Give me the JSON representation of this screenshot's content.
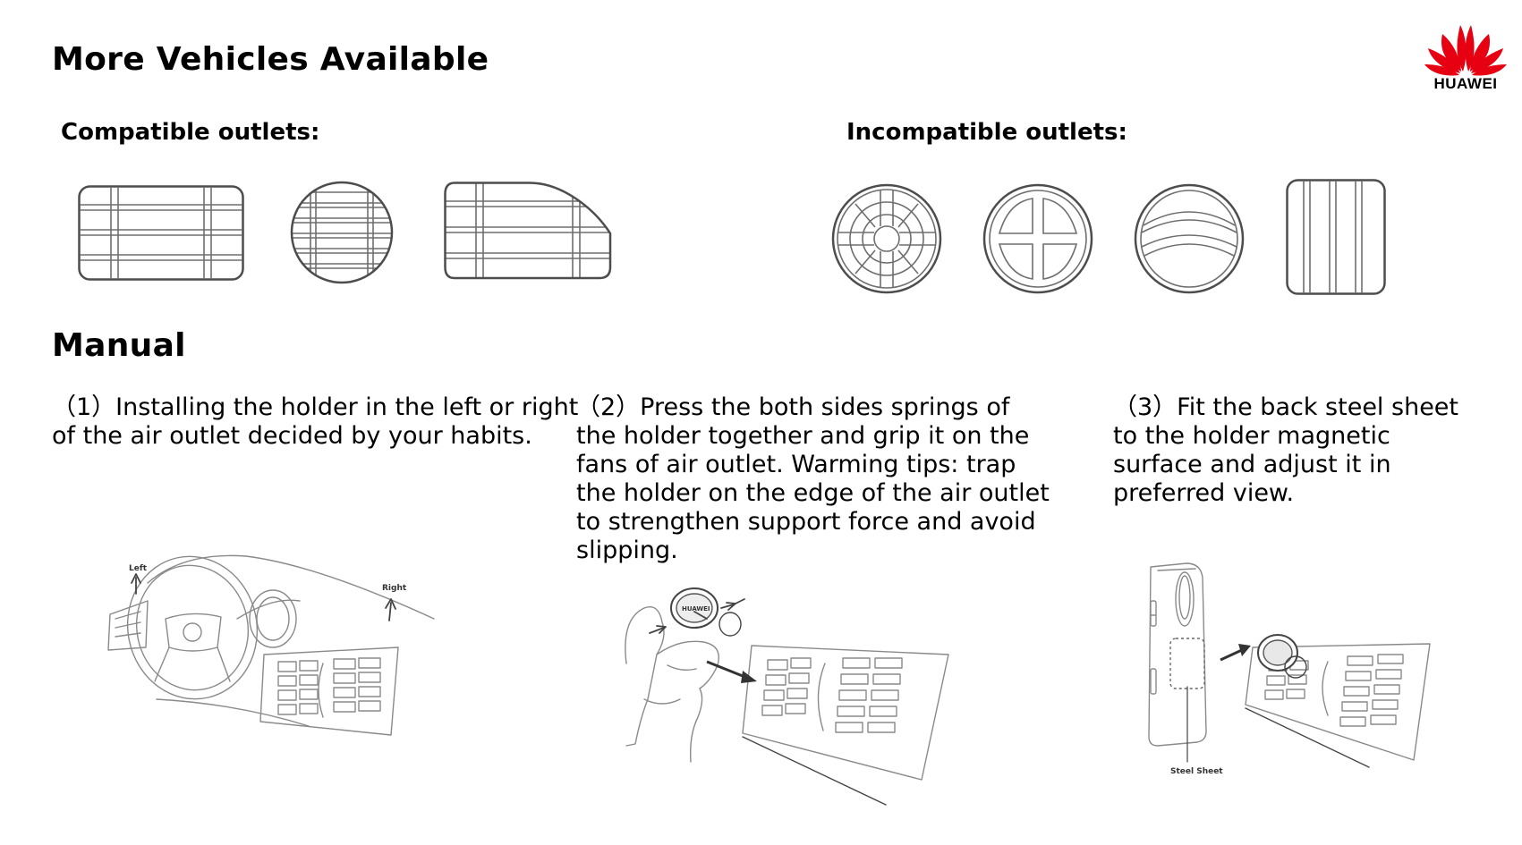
{
  "page": {
    "title": "More Vehicles Available",
    "brand": "HUAWEI"
  },
  "outlets": {
    "compatible_heading": "Compatible outlets:",
    "incompatible_heading": "Incompatible outlets:"
  },
  "manual": {
    "heading": "Manual",
    "steps": [
      {
        "text": "（1）Installing the holder in the left or right\nof the air outlet decided by your habits."
      },
      {
        "text": "（2）Press the both sides springs of\nthe holder together and grip it on the\nfans of air outlet. Warming tips: trap\nthe holder on the edge of the air outlet\nto strengthen support force and avoid\nslipping."
      },
      {
        "text": "（3）Fit the back steel sheet\nto the holder magnetic\nsurface and adjust it in\npreferred view."
      }
    ]
  },
  "illustrations": {
    "left_label": "Left",
    "right_label": "Right",
    "steel_sheet_label": "Steel Sheet",
    "holder_brand": "HUAWEI"
  },
  "colors": {
    "logo_red": "#e60012",
    "outline": "#4d4d4d"
  }
}
